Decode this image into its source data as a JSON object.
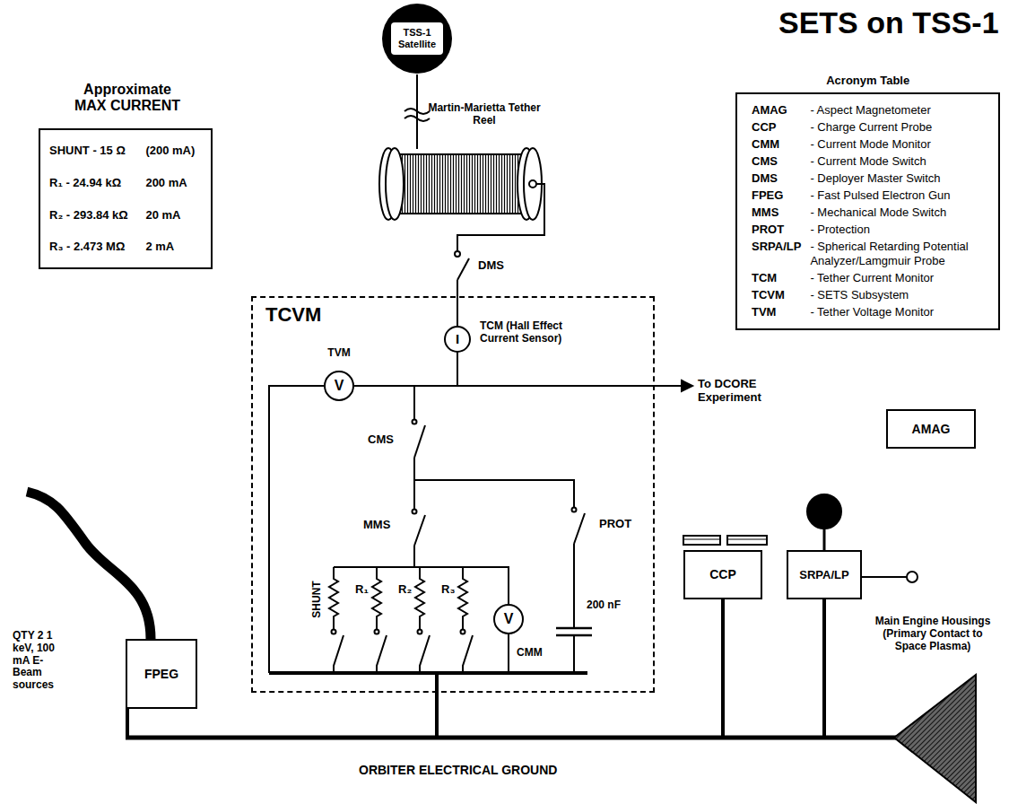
{
  "diagram": {
    "title": "SETS on TSS-1",
    "nodes": [
      {
        "text": [
          "TSS-1 Satellite"
        ]
      },
      {
        "text": [
          "Martin-Marietta Tether Reel"
        ]
      },
      {
        "text": [
          "Approximate MAX CURRENT",
          "SHUNT - 15 Ω",
          "(200 mA)",
          "R₁ - 24.94 kΩ",
          "200 mA",
          "R₂ - 293.84 kΩ",
          "20 mA",
          "R₃ - 2.473 MΩ",
          "2 mA"
        ]
      },
      {
        "text": [
          "Acronym Table",
          "AMAG",
          "- Aspect Magnetometer",
          "CCP",
          "- Charge Current Probe",
          "CMM",
          "- Current Mode Monitor",
          "CMS",
          "- Current Mode Switch",
          "DMS",
          "- Deployer Master Switch",
          "FPEG",
          "- Fast Pulsed Electron Gun",
          "MMS",
          "- Mechanical Mode Switch",
          "PROT",
          "- Protection",
          "SRPA/LP",
          "- Spherical Retarding Potential Analyzer/Lamgmuir Probe",
          "TCM",
          "- Tether Current Monitor",
          "TCVM",
          "- SETS Subsystem",
          "TVM",
          "- Tether Voltage Monitor"
        ]
      },
      {
        "text": [
          "TCVM"
        ]
      },
      {
        "text": [
          "I",
          "TCM (Hall Effect Current Sensor)"
        ],
        "in": 4
      },
      {
        "text": [
          "V",
          "TVM"
        ],
        "in": 4
      },
      {
        "text": [
          "V",
          "CMM"
        ],
        "in": 4
      },
      {
        "text": [
          "AMAG"
        ]
      },
      {
        "text": [
          "FPEG"
        ]
      },
      {
        "text": [
          "CCP"
        ]
      },
      {
        "text": [
          "SRPA/LP"
        ]
      }
    ],
    "edges": [
      {
        "from": 0,
        "to": 1,
        "arrow": "none"
      },
      {
        "from": 5,
        "to": 6,
        "arrow": "none"
      }
    ],
    "labels": [
      "To DCORE Experiment",
      "DMS",
      "CMS",
      "MMS",
      "PROT",
      "SHUNT",
      "R₁",
      "R₂",
      "R₃",
      "200 nF",
      "QTY 2 1 keV, 100 mA E-Beam sources",
      "Main Engine Housings (Primary Contact to Space Plasma)",
      "ORBITER ELECTRICAL GROUND"
    ]
  }
}
